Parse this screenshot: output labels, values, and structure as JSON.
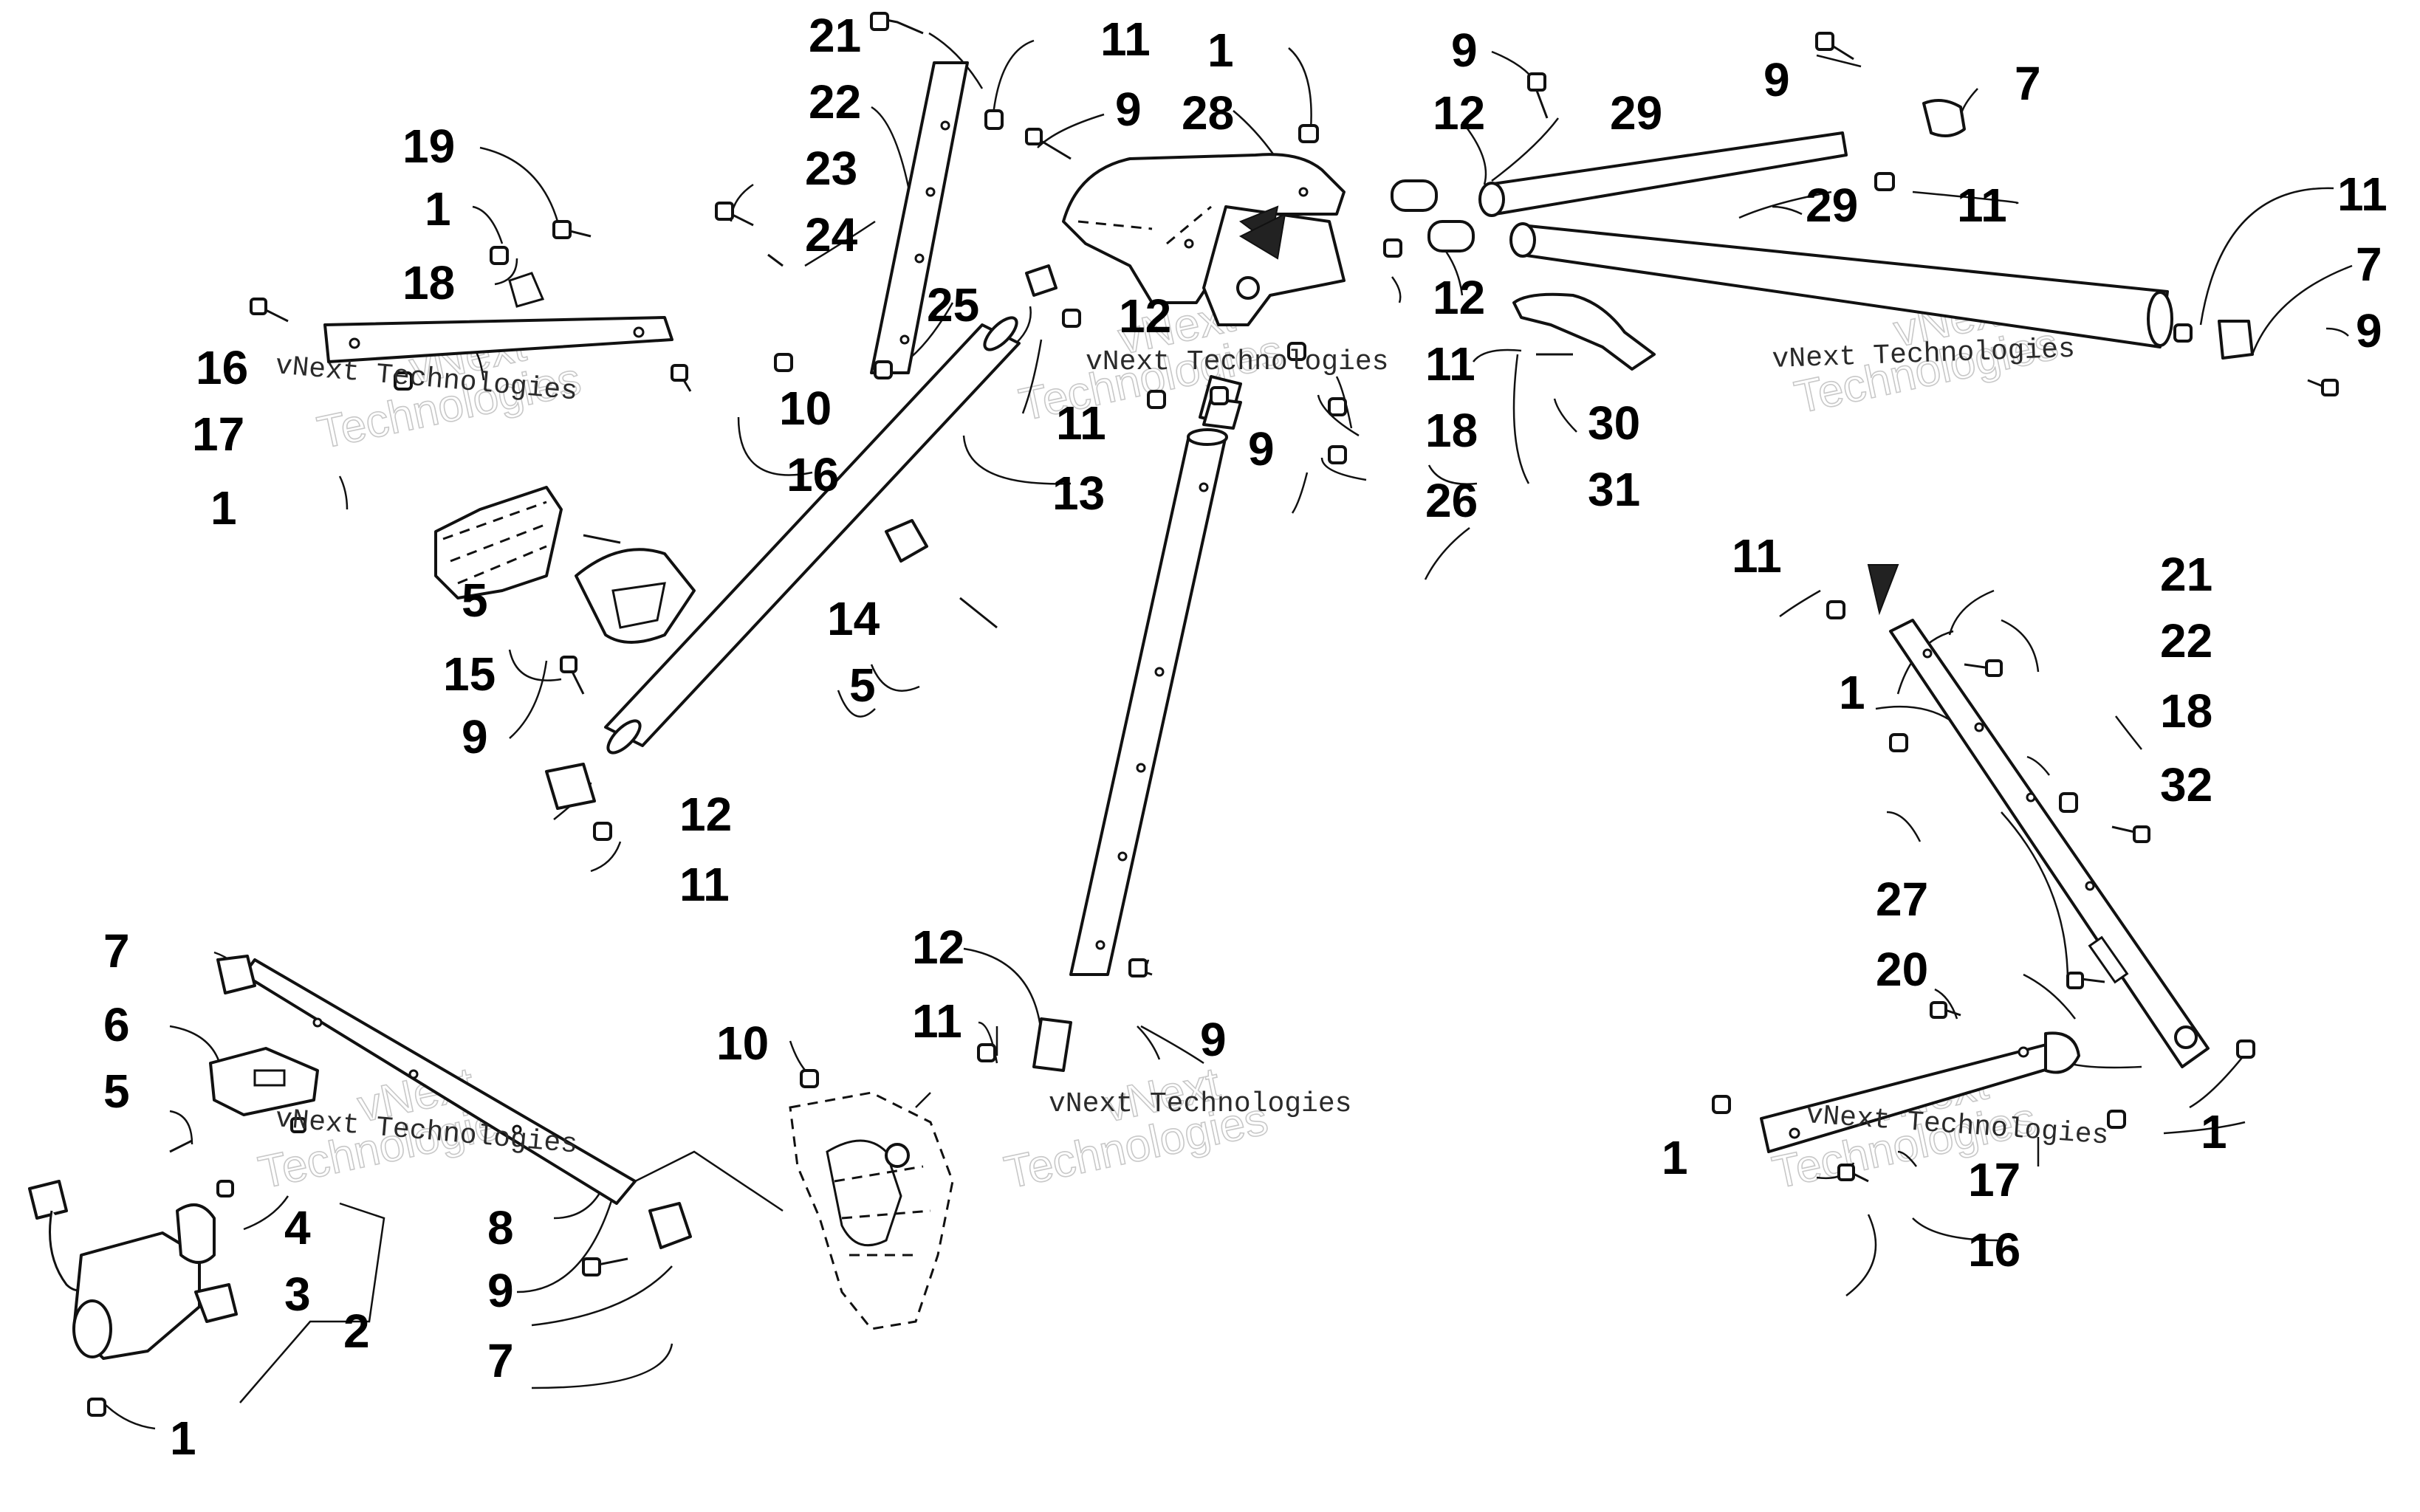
{
  "watermark": {
    "brand": "vNext Technologies",
    "ghost_top": "vNext",
    "ghost_bottom": "Technologies"
  },
  "callouts": {
    "c_21_top": "21",
    "c_11_top": "11",
    "c_1_top": "1",
    "c_9_top_mid": "9",
    "c_9_top_right": "9",
    "c_7_top_right": "7",
    "c_22_top": "22",
    "c_9_pin": "9",
    "c_28": "28",
    "c_12_top": "12",
    "c_29_top": "29",
    "c_19": "19",
    "c_23": "23",
    "c_11_mid_right": "11",
    "c_29_mid": "29",
    "c_11_far_right": "11",
    "c_1_left": "1",
    "c_24": "24",
    "c_7_far_right": "7",
    "c_18_left": "18",
    "c_25": "25",
    "c_12_center": "12",
    "c_12_right": "12",
    "c_9_far_right": "9",
    "c_16_left": "16",
    "c_11_center": "11",
    "c_11_right2": "11",
    "c_30": "30",
    "c_10_top": "10",
    "c_17_left": "17",
    "c_9_center": "9",
    "c_18_center": "18",
    "c_16_mid": "16",
    "c_1_left2": "1",
    "c_13": "13",
    "c_26": "26",
    "c_31": "31",
    "c_5_left": "5",
    "c_14": "14",
    "c_11_rb": "11",
    "c_21_rb": "21",
    "c_22_rb": "22",
    "c_15": "15",
    "c_5_mid": "5",
    "c_1_rb": "1",
    "c_18_rb": "18",
    "c_9_left": "9",
    "c_32": "32",
    "c_12_left": "12",
    "c_11_left": "11",
    "c_27": "27",
    "c_7_lb": "7",
    "c_12_bottom": "12",
    "c_20": "20",
    "c_6": "6",
    "c_11_bottom": "11",
    "c_9_bottom": "9",
    "c_10_bottom": "10",
    "c_5_lb": "5",
    "c_1_rb2": "1",
    "c_1_rb3": "1",
    "c_4": "4",
    "c_17_rb": "17",
    "c_8": "8",
    "c_3": "3",
    "c_16_rb": "16",
    "c_9_lb": "9",
    "c_2": "2",
    "c_7_lb2": "7",
    "c_1_lb": "1"
  }
}
